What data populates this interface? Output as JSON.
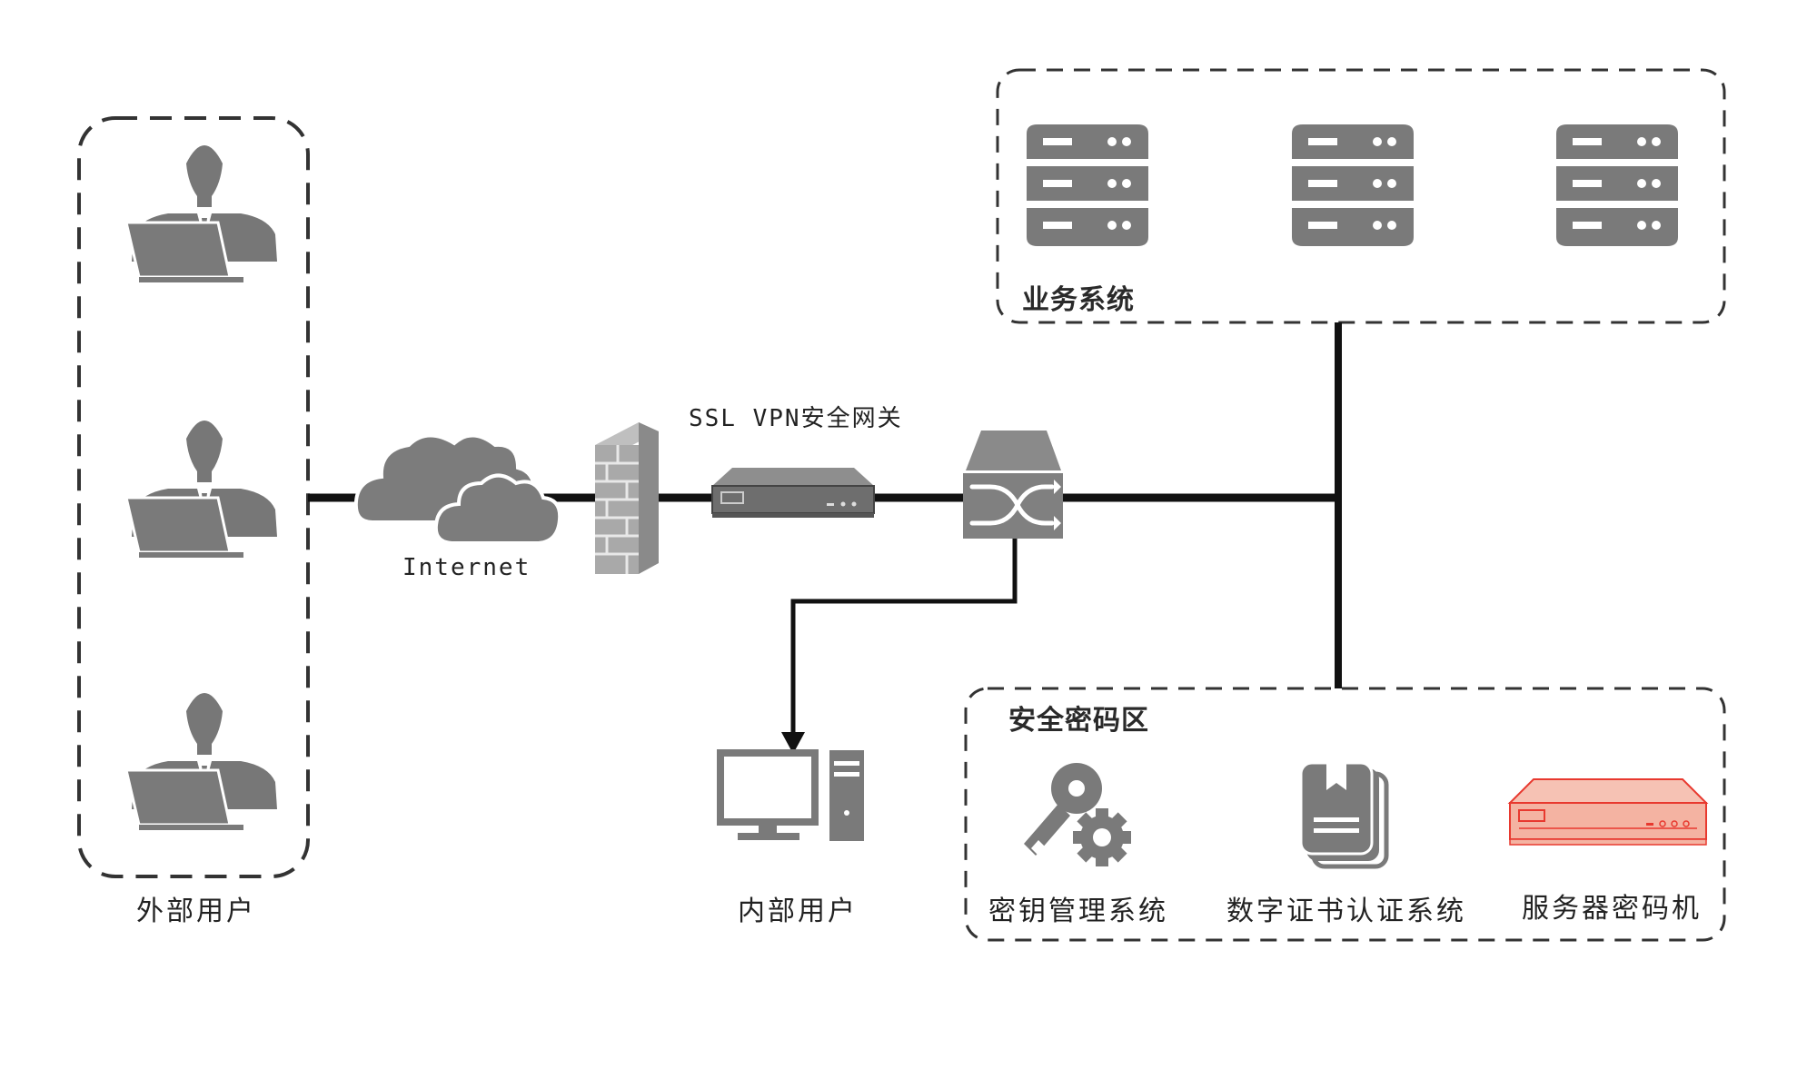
{
  "groups": {
    "external_users": "外部用户",
    "business_system": "业务系统",
    "security_zone": "安全密码区"
  },
  "nodes": {
    "internet": "Internet",
    "vpn_gateway": "SSL VPN安全网关",
    "internal_user": "内部用户",
    "key_management": "密钥管理系统",
    "digital_cert": "数字证书认证系统",
    "server_crypto": "服务器密码机"
  },
  "colors": {
    "icon_gray": "#7a7a7a",
    "line_black": "#111111",
    "highlight_red": "#e8392f",
    "highlight_fill": "#f4b3a2"
  }
}
